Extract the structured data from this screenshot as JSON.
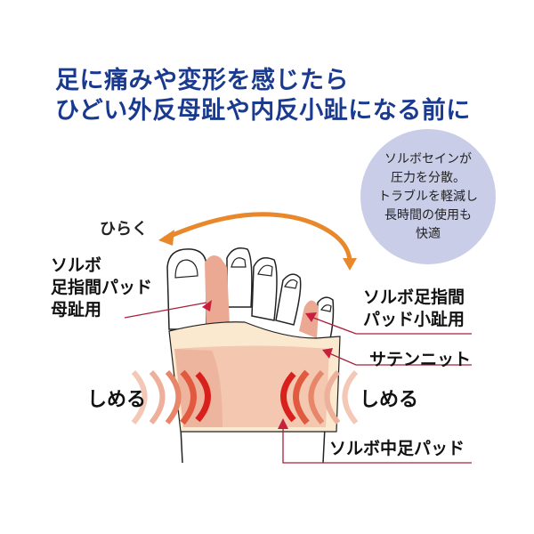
{
  "headline": {
    "line1": "足に痛みや変形を感じたら",
    "line2": "ひどい外反母趾や内反小趾になる前に"
  },
  "bubble": {
    "lines": [
      "ソルボセインが",
      "圧力を分散。",
      "トラブルを軽減し",
      "長時間の使用も",
      "快適"
    ]
  },
  "arrow_label": "ひらく",
  "labels": {
    "big_toe_pad": [
      "ソルボ",
      "足指間パッド",
      "母趾用"
    ],
    "little_toe_pad": [
      "ソルボ足指間",
      "パッド小趾用"
    ],
    "satin_knit": "サテンニット",
    "tighten_left": "しめる",
    "tighten_right": "しめる",
    "metatarsal_pad": "ソルボ中足パッド"
  },
  "colors": {
    "title": "#1a3a8f",
    "arrow": "#e8882a",
    "leader": "#a8203c",
    "bubble": "#c9cde7"
  }
}
